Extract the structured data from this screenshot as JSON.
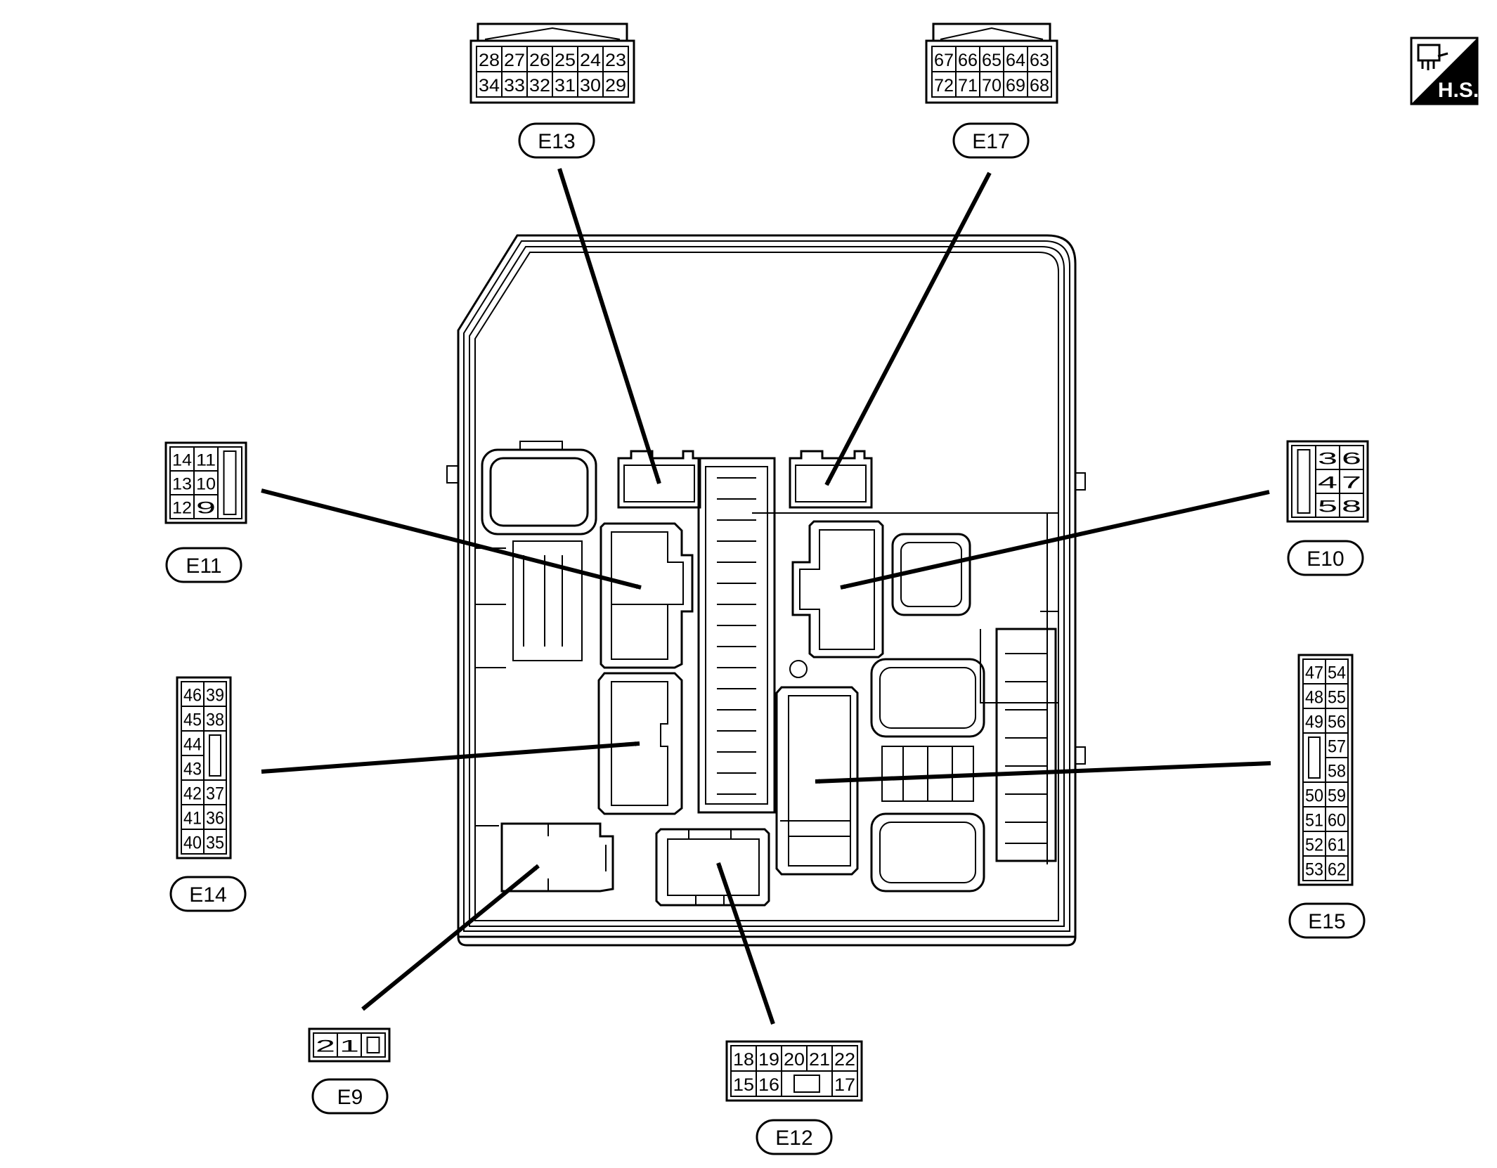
{
  "badge": {
    "text": "H.S.",
    "icon": "harness-connector-icon"
  },
  "connectors": [
    {
      "id": "E13",
      "pins": [
        [
          "28",
          "27",
          "26",
          "25",
          "24",
          "23"
        ],
        [
          "34",
          "33",
          "32",
          "31",
          "30",
          "29"
        ]
      ]
    },
    {
      "id": "E17",
      "pins": [
        [
          "67",
          "66",
          "65",
          "64",
          "63"
        ],
        [
          "72",
          "71",
          "70",
          "69",
          "68"
        ]
      ]
    },
    {
      "id": "E11",
      "pins": [
        [
          "14",
          "11",
          ""
        ],
        [
          "13",
          "10",
          ""
        ],
        [
          "12",
          "9",
          ""
        ]
      ]
    },
    {
      "id": "E10",
      "pins": [
        [
          "",
          "3",
          "6"
        ],
        [
          "",
          "4",
          "7"
        ],
        [
          "",
          "5",
          "8"
        ]
      ]
    },
    {
      "id": "E14",
      "pins": [
        [
          "46",
          "39"
        ],
        [
          "45",
          "38"
        ],
        [
          "44",
          ""
        ],
        [
          "43",
          ""
        ],
        [
          "42",
          "37"
        ],
        [
          "41",
          "36"
        ],
        [
          "40",
          "35"
        ]
      ]
    },
    {
      "id": "E15",
      "pins": [
        [
          "47",
          "54"
        ],
        [
          "48",
          "55"
        ],
        [
          "49",
          "56"
        ],
        [
          "",
          "57"
        ],
        [
          "",
          "58"
        ],
        [
          "50",
          "59"
        ],
        [
          "51",
          "60"
        ],
        [
          "52",
          "61"
        ],
        [
          "53",
          "62"
        ]
      ]
    },
    {
      "id": "E9",
      "pins": [
        [
          "2",
          "1",
          ""
        ]
      ]
    },
    {
      "id": "E12",
      "pins": [
        [
          "18",
          "19",
          "20",
          "21",
          "22"
        ],
        [
          "15",
          "16",
          "",
          "",
          "17"
        ]
      ]
    }
  ]
}
